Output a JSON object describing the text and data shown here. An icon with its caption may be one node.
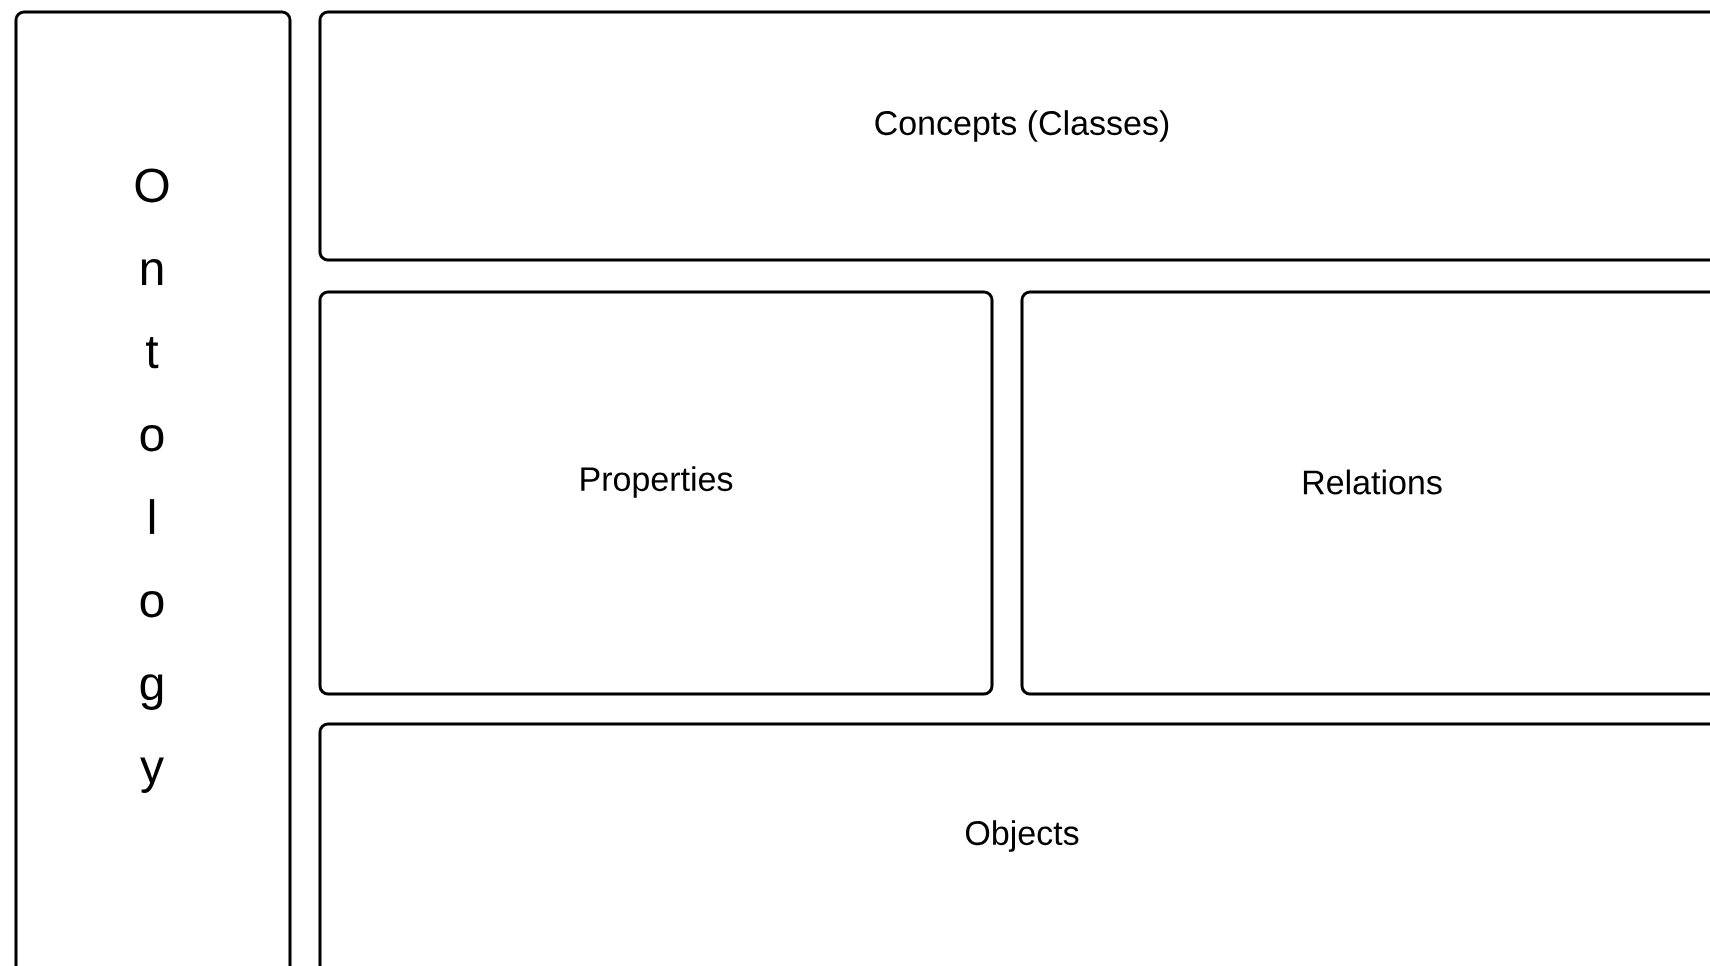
{
  "diagram": {
    "nodes": [
      {
        "text": [
          "Ontology"
        ]
      },
      {
        "text": [
          "Concepts (Classes)"
        ]
      },
      {
        "text": [
          "Properties"
        ]
      },
      {
        "text": [
          "Relations"
        ]
      },
      {
        "text": [
          "Objects"
        ]
      }
    ]
  }
}
